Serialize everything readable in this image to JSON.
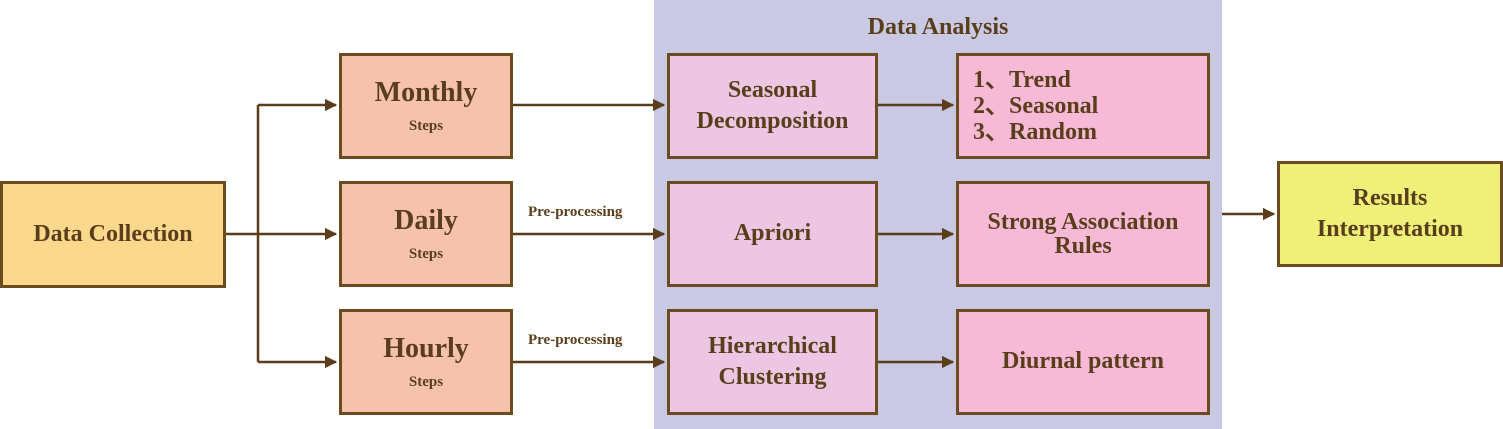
{
  "panel": {
    "title": "Data Analysis"
  },
  "collection": {
    "label": "Data Collection"
  },
  "steps": [
    {
      "title": "Monthly",
      "sub": "Steps"
    },
    {
      "title": "Daily",
      "sub": "Steps"
    },
    {
      "title": "Hourly",
      "sub": "Steps"
    }
  ],
  "edge_labels": {
    "daily": "Pre-processing",
    "hourly": "Pre-processing"
  },
  "methods": {
    "seasonal": [
      "Seasonal",
      "Decomposition"
    ],
    "apriori": "Apriori",
    "hierarchical": [
      "Hierarchical",
      "Clustering"
    ]
  },
  "results": {
    "seasonal_list": [
      "1、Trend",
      "2、Seasonal",
      "3、Random"
    ],
    "association": [
      "Strong Association",
      "Rules"
    ],
    "diurnal": "Diurnal pattern"
  },
  "final": {
    "lines": [
      "Results",
      "Interpretation"
    ]
  },
  "colors": {
    "border": "#6b4c1e",
    "panel": "#c9c9e3",
    "collection": "#fbd88c",
    "steps": "#f7c2ad",
    "methods": "#ecc6e2",
    "results": "#f6b9d6",
    "final": "#eef07a"
  }
}
